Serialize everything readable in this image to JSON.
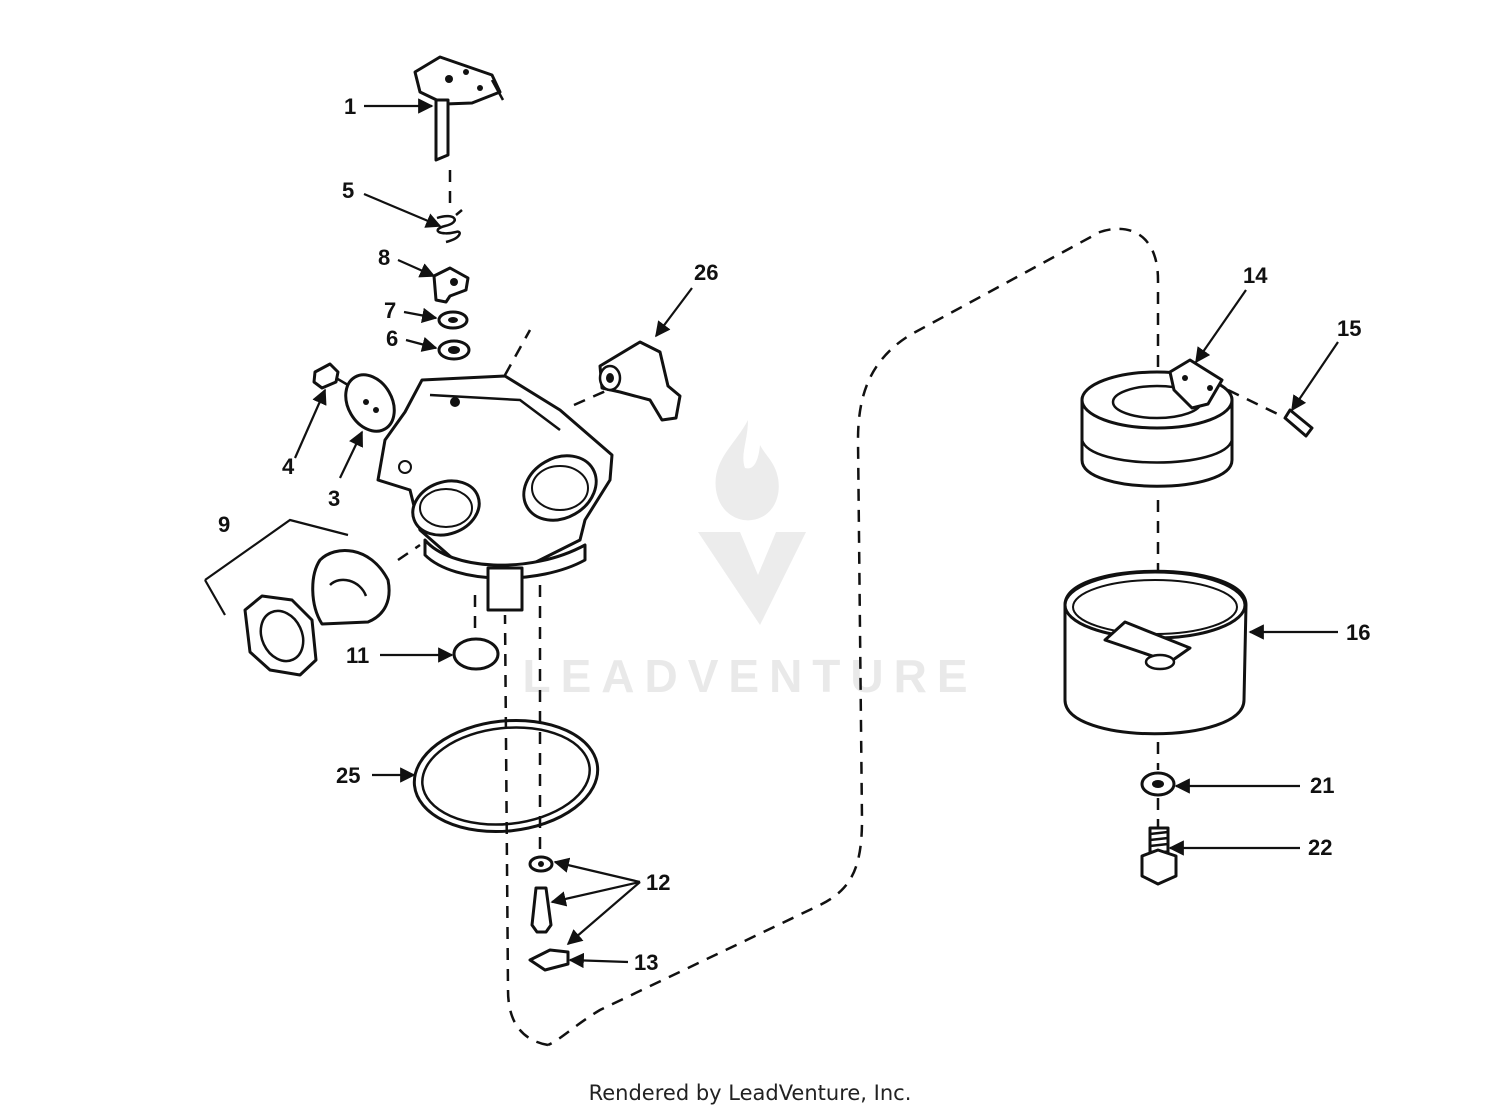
{
  "diagram": {
    "callouts": [
      {
        "id": "1",
        "label": "1"
      },
      {
        "id": "3",
        "label": "3"
      },
      {
        "id": "4",
        "label": "4"
      },
      {
        "id": "5",
        "label": "5"
      },
      {
        "id": "6",
        "label": "6"
      },
      {
        "id": "7",
        "label": "7"
      },
      {
        "id": "8",
        "label": "8"
      },
      {
        "id": "9",
        "label": "9"
      },
      {
        "id": "11",
        "label": "11"
      },
      {
        "id": "12",
        "label": "12"
      },
      {
        "id": "13",
        "label": "13"
      },
      {
        "id": "14",
        "label": "14"
      },
      {
        "id": "15",
        "label": "15"
      },
      {
        "id": "16",
        "label": "16"
      },
      {
        "id": "21",
        "label": "21"
      },
      {
        "id": "22",
        "label": "22"
      },
      {
        "id": "25",
        "label": "25"
      },
      {
        "id": "26",
        "label": "26"
      }
    ]
  },
  "watermark": {
    "text": "LEADVENTURE"
  },
  "footer": {
    "text": "Rendered by LeadVenture, Inc."
  },
  "colors": {
    "ink": "#111111",
    "watermark": "#e9e9e9",
    "background": "#ffffff"
  }
}
